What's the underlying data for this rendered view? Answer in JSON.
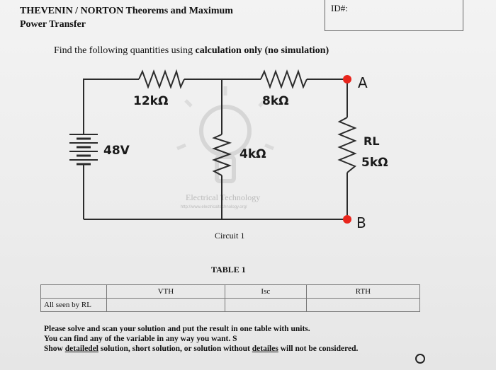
{
  "header": {
    "title_line1": "THEVENIN / NORTON Theorems and Maximum",
    "title_line2": "Power Transfer",
    "id_label": "ID#:"
  },
  "instruction": {
    "prefix": "Find the following quantities using ",
    "bold": "calculation only",
    "suffix": " (no simulation)"
  },
  "circuit": {
    "source_label": "48V",
    "r1_label": "12kΩ",
    "r2_label": "8kΩ",
    "r3_label": "4kΩ",
    "rl_label_top": "RL",
    "rl_label_bottom": "5kΩ",
    "terminal_a": "A",
    "terminal_b": "B",
    "watermark_line1": "Electrical Technology",
    "watermark_line2": "http://www.electricaltechnology.org/",
    "caption": "Circuit 1",
    "terminal_color": "#e8251c"
  },
  "table": {
    "title": "TABLE 1",
    "headers": [
      "",
      "VTH",
      "Isc",
      "RTH"
    ],
    "row_label": "All seen by RL"
  },
  "notes": {
    "line1": "Please solve and scan your solution and put the result in one table with units.",
    "line2": "You can find any of the variable in any way you want. S",
    "line3_prefix": "Show ",
    "line3_underlined": "detailedel",
    "line3_middle": " solution, short solution, or solution without ",
    "line3_underlined2": "detailes",
    "line3_suffix": " will not be considered."
  }
}
